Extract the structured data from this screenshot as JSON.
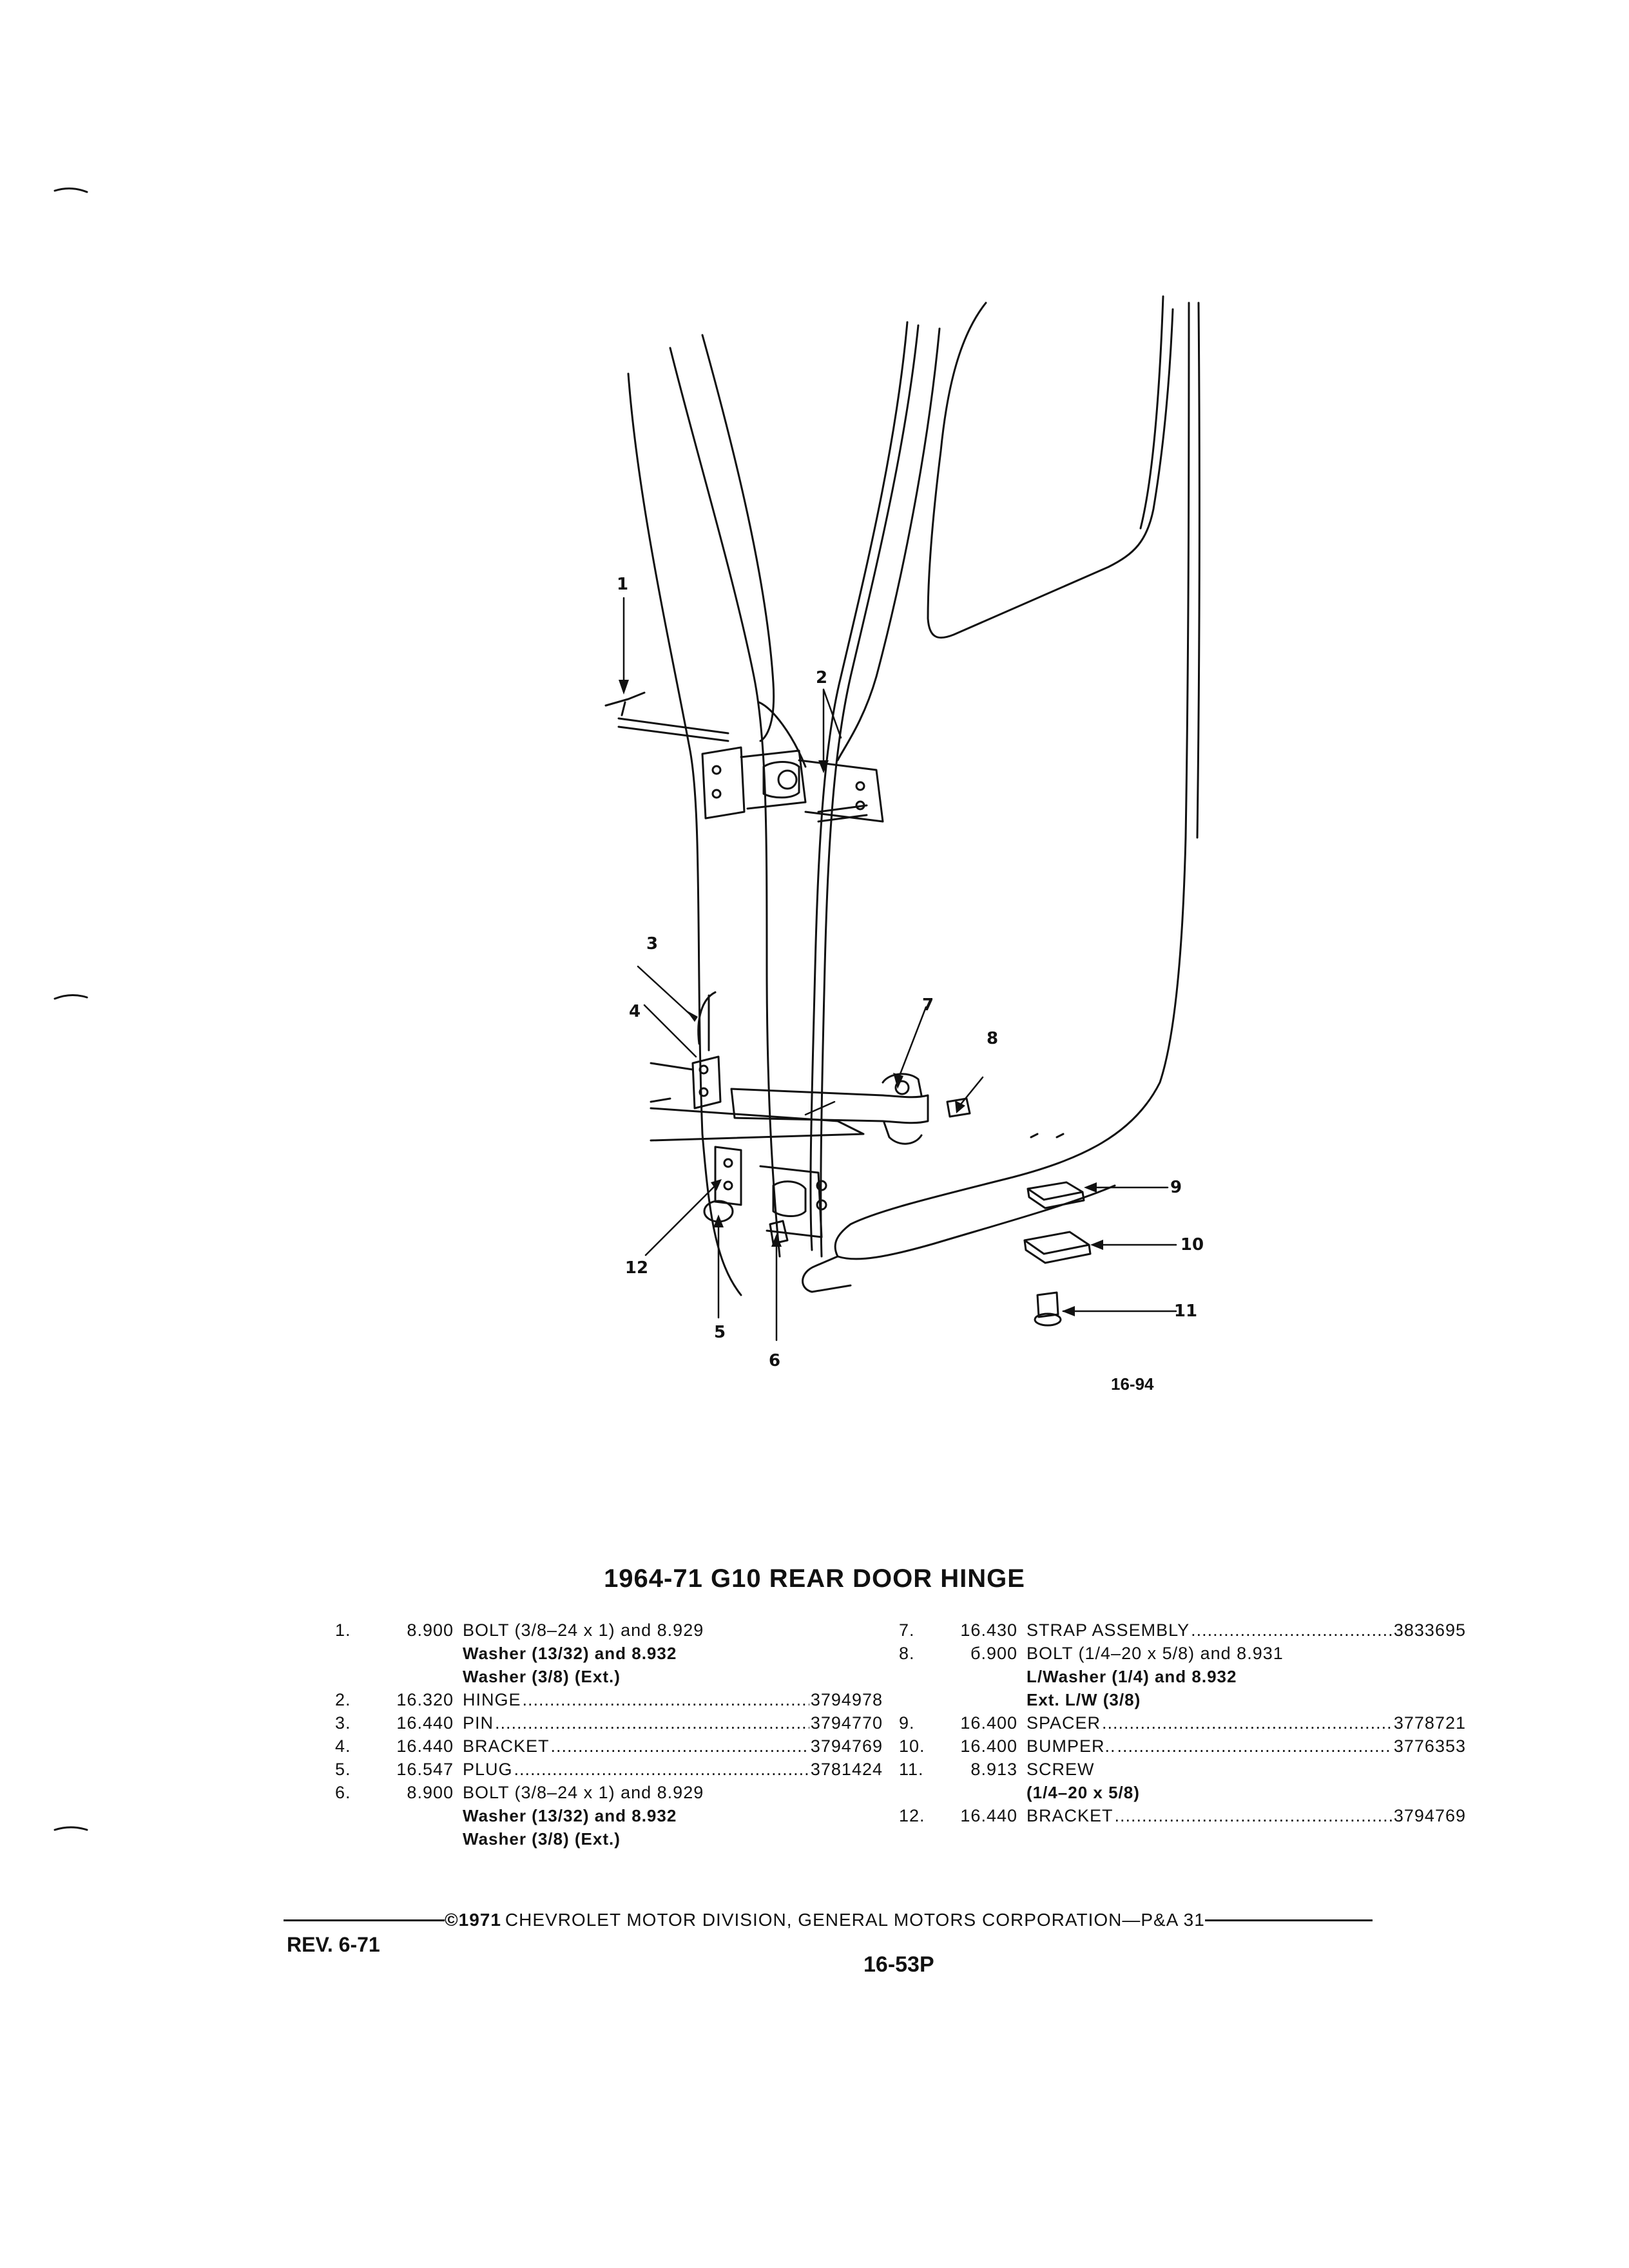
{
  "figure_code": "16-94",
  "title": "1964-71 G10 REAR DOOR HINGE",
  "callouts": [
    "1",
    "2",
    "3",
    "4",
    "5",
    "6",
    "7",
    "8",
    "9",
    "10",
    "11",
    "12"
  ],
  "parts_left": [
    {
      "num": "1.",
      "code": "8.900",
      "name": "BOLT (3/8–24 x 1) and 8.929",
      "part": "",
      "sub": [
        "Washer (13/32) and 8.932",
        "Washer (3/8) (Ext.)"
      ]
    },
    {
      "num": "2.",
      "code": "16.320",
      "name": "HINGE",
      "part": "3794978",
      "sub": []
    },
    {
      "num": "3.",
      "code": "16.440",
      "name": "PIN",
      "part": "3794770",
      "sub": []
    },
    {
      "num": "4.",
      "code": "16.440",
      "name": "BRACKET",
      "part": "3794769",
      "sub": []
    },
    {
      "num": "5.",
      "code": "16.547",
      "name": "PLUG",
      "part": "3781424",
      "sub": []
    },
    {
      "num": "6.",
      "code": "8.900",
      "name": "BOLT (3/8–24 x 1) and 8.929",
      "part": "",
      "sub": [
        "Washer (13/32) and 8.932",
        "Washer (3/8) (Ext.)"
      ]
    }
  ],
  "parts_right": [
    {
      "num": "7.",
      "code": "16.430",
      "name": "STRAP ASSEMBLY",
      "part": "3833695",
      "sub": []
    },
    {
      "num": "8.",
      "code": "б.900",
      "name": "BOLT (1/4–20 x 5/8) and 8.931",
      "part": "",
      "sub": [
        "L/Washer (1/4) and 8.932",
        "Ext. L/W (3/8)"
      ]
    },
    {
      "num": "9.",
      "code": "16.400",
      "name": "SPACER",
      "part": "3778721",
      "sub": []
    },
    {
      "num": "10.",
      "code": "16.400",
      "name": "BUMPER..",
      "part": "3776353",
      "sub": []
    },
    {
      "num": "11.",
      "code": "8.913",
      "name": "SCREW",
      "part": "",
      "sub": [
        "(1/4–20 x 5/8)"
      ]
    },
    {
      "num": "12.",
      "code": "16.440",
      "name": "BRACKET",
      "part": "3794769",
      "sub": []
    }
  ],
  "footer": {
    "copyright_mark": "©1971",
    "copyright_text": "CHEVROLET MOTOR DIVISION, GENERAL MOTORS CORPORATION—P&A 31",
    "revision": "REV. 6-71",
    "page_number": "16-53P"
  }
}
